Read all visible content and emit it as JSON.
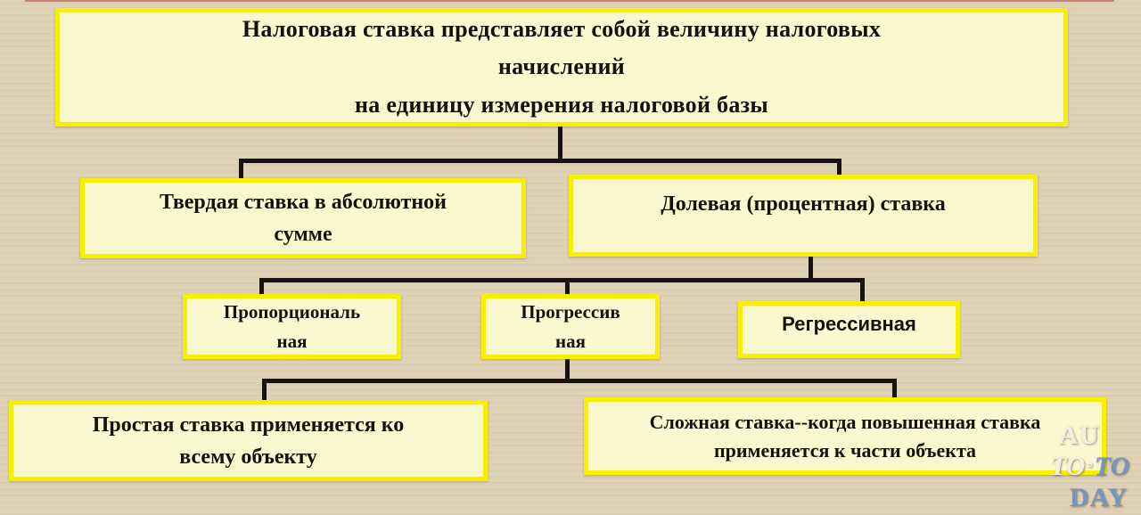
{
  "page": {
    "type": "flowchart-slide",
    "language": "ru",
    "topic": "Виды налоговых ставок"
  },
  "colors": {
    "background": "#ddd0b4",
    "box_fill": "#fbf8d0",
    "box_border": "#f7ef00",
    "connector": "#17120e",
    "text": "#17110c",
    "watermark_white": "#f3efe5",
    "watermark_blue": "#7495be",
    "top_edge_artifact": "#ac4236"
  },
  "nodes": {
    "root": {
      "lines": [
        "Налоговая ставка представляет собой величину налоговых",
        "начислений",
        "на единицу измерения налоговой базы"
      ]
    },
    "firm": {
      "lines": [
        "Твердая ставка в абсолютной",
        "сумме"
      ]
    },
    "share": {
      "label": "Долевая (процентная)  ставка"
    },
    "proportional": {
      "lines": [
        "Пропорциональ",
        "ная"
      ]
    },
    "progressive": {
      "lines": [
        "Прогрессив",
        "ная"
      ]
    },
    "regressive": {
      "label": "Регрессивная"
    },
    "simple": {
      "lines": [
        "Простая ставка применяется ко",
        "всему объекту"
      ]
    },
    "complex": {
      "lines": [
        "Сложная ставка--когда повышенная ставка",
        "применяется к части объекта"
      ]
    }
  },
  "edges": [
    [
      "root",
      "firm"
    ],
    [
      "root",
      "share"
    ],
    [
      "share",
      "proportional"
    ],
    [
      "share",
      "progressive"
    ],
    [
      "share",
      "regressive"
    ],
    [
      "progressive",
      "simple"
    ],
    [
      "progressive",
      "complex"
    ]
  ],
  "watermark": {
    "line1": "AU",
    "line2_left": "TO",
    "separator": "∘",
    "line2_right": "TO",
    "line3": "DAY"
  }
}
